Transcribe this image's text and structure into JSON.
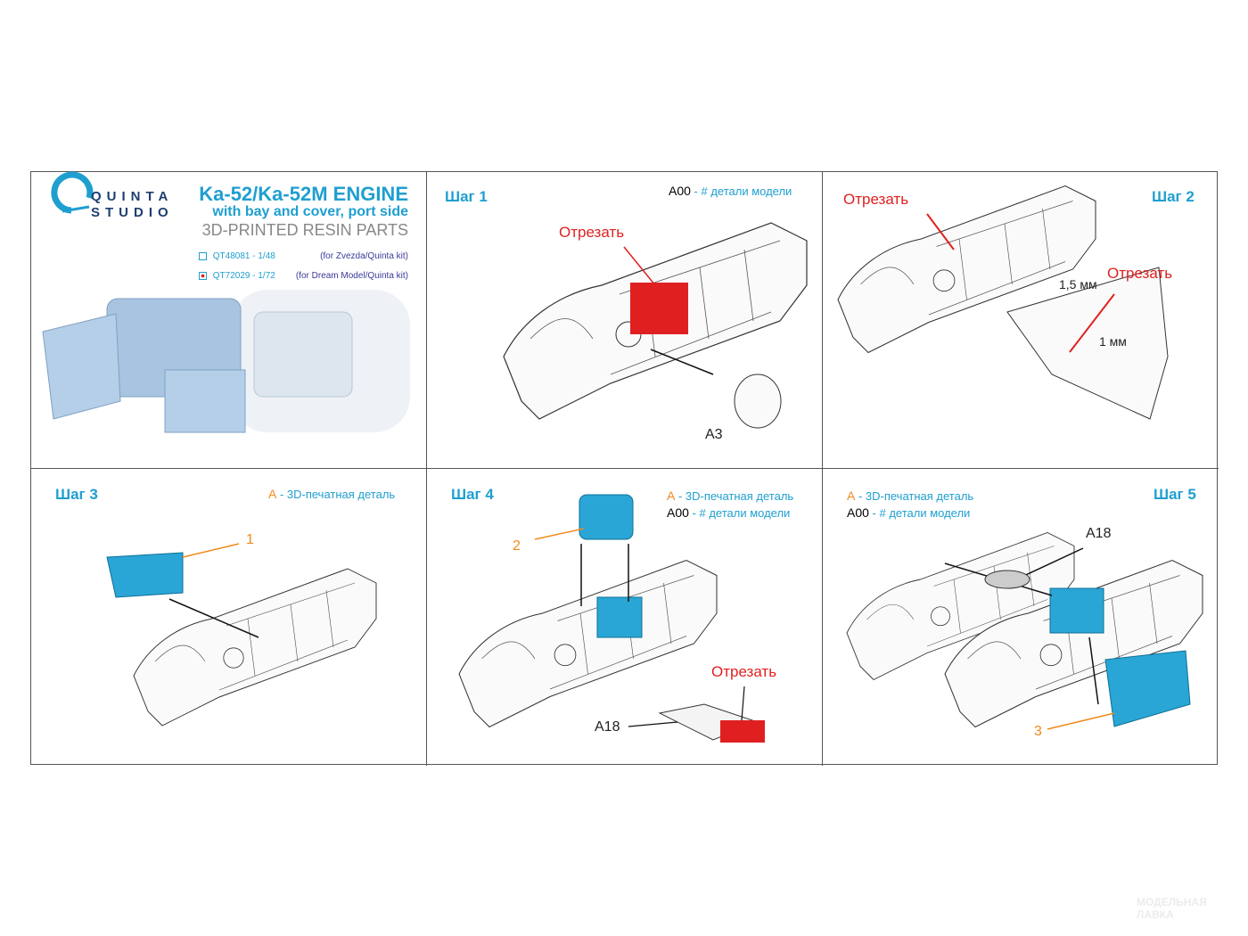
{
  "header": {
    "brand_line1": "QUINTA",
    "brand_line2": "STUDIO",
    "title": "Ka-52/Ka-52M ENGINE",
    "subtitle": "with bay and cover, port side",
    "product_type": "3D-PRINTED RESIN PARTS",
    "variants": [
      {
        "code": "QT48081 - 1/48",
        "kit": "(for Zvezda/Quinta kit)",
        "checked": false
      },
      {
        "code": "QT72029 - 1/72",
        "kit": "(for Dream Model/Quinta kit)",
        "checked": true
      }
    ]
  },
  "legend": {
    "printed_letter": "A",
    "printed_text": " - 3D-печатная деталь",
    "model_code": "A00",
    "model_text": " - # детали модели"
  },
  "steps": [
    {
      "label": "Шаг 1",
      "cut": "Отрезать",
      "part": "A3"
    },
    {
      "label": "Шаг 2",
      "cut1": "Отрезать",
      "cut2": "Отрезать",
      "dim1": "1,5 мм",
      "dim2": "1 мм"
    },
    {
      "label": "Шаг 3",
      "part": "1"
    },
    {
      "label": "Шаг 4",
      "part": "2",
      "cut": "Отрезать",
      "model_part": "A18"
    },
    {
      "label": "Шаг 5",
      "part": "3",
      "model_part": "A18"
    }
  ],
  "watermark": {
    "line1": "МОДЕЛЬНАЯ",
    "line2": "ЛАВКА"
  },
  "colors": {
    "accent": "#1f9fd0",
    "cut": "#e02020",
    "printed": "#2aa6d6",
    "orange": "#f08a1c"
  }
}
